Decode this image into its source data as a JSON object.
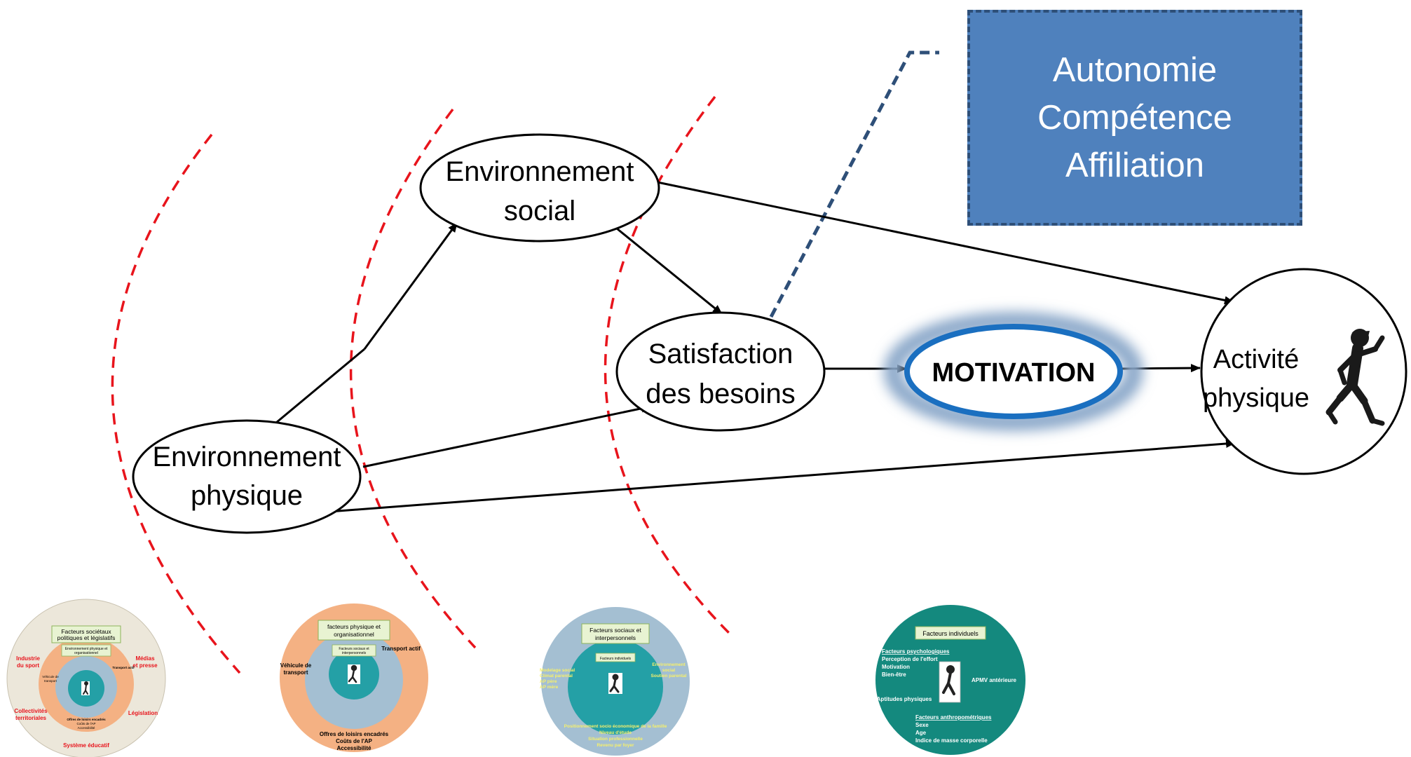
{
  "needs_box": {
    "lines": [
      "Autonomie",
      "Compétence",
      "Affiliation"
    ]
  },
  "nodes": {
    "env_social": [
      "Environnement",
      "social"
    ],
    "env_physique": [
      "Environnement",
      "physique"
    ],
    "satisfaction": [
      "Satisfaction",
      "des besoins"
    ],
    "motivation": "MOTIVATION",
    "activite": [
      "Activité",
      "physique"
    ]
  },
  "thumbnails": {
    "t1": {
      "title": [
        "Facteurs sociétaux",
        "politiques et législatifs"
      ],
      "inner_title": [
        "Environnement physique et",
        "organisationnel"
      ],
      "left_top": [
        "Industrie",
        "du sport"
      ],
      "right_top": [
        "Médias",
        "et presse"
      ],
      "left_bottom": [
        "Collectivités",
        "territoriales"
      ],
      "right_bottom": "Législation",
      "bottom": "Système éducatif",
      "small_left": [
        "Véhicule de",
        "transport"
      ],
      "small_right": "Transport actif",
      "small_bottom": [
        "Offres de loisirs encadrés",
        "Coûts de l'AP",
        "Accessibilité"
      ]
    },
    "t2": {
      "title": [
        "facteurs physique et",
        "organisationnel"
      ],
      "inner_title": [
        "Facteurs sociaux et",
        "interpersonnels"
      ],
      "left": [
        "Véhicule de",
        "transport"
      ],
      "right": "Transport actif",
      "bottom": [
        "Offres de loisirs encadrés",
        "Coûts de l'AP",
        "Accessibilité"
      ]
    },
    "t3": {
      "title": [
        "Facteurs sociaux et",
        "interpersonnels"
      ],
      "inner_title": "Facteurs individuels",
      "left": [
        "Modelage social",
        "Climat parental",
        "AP père",
        "AP mère"
      ],
      "right": [
        "Environnement",
        "social",
        "Soutien parental"
      ],
      "bottom": [
        "Positionnement socio économique de la famille",
        "Niveau d'étude",
        "Situation professionnelle",
        "Revenu par foyer"
      ]
    },
    "t4": {
      "title": "Facteurs individuels",
      "psy_title": "Facteurs psychologiques",
      "psy_items": [
        "Perception de l'effort",
        "Motivation",
        "Bien-être"
      ],
      "left": "Aptitudes physiques",
      "right": "APMV antérieure",
      "anthro_title": "Facteurs anthropométriques",
      "anthro_items": [
        "Sexe",
        "Age",
        "Indice de masse corporelle"
      ]
    }
  },
  "colors": {
    "arc": "#e8141c",
    "needs_box": "#4f81bd",
    "needs_border": "#2e4f78",
    "motivation_ring": "#1a6fc0",
    "motivation_glow": "#8aa7c9",
    "thumb1_outer": "#ece7da",
    "thumb2_outer": "#f4b183",
    "thumb3_outer": "#a4bfd2",
    "thumb4_outer": "#14897e",
    "thumb_core": "#24a0a6"
  }
}
